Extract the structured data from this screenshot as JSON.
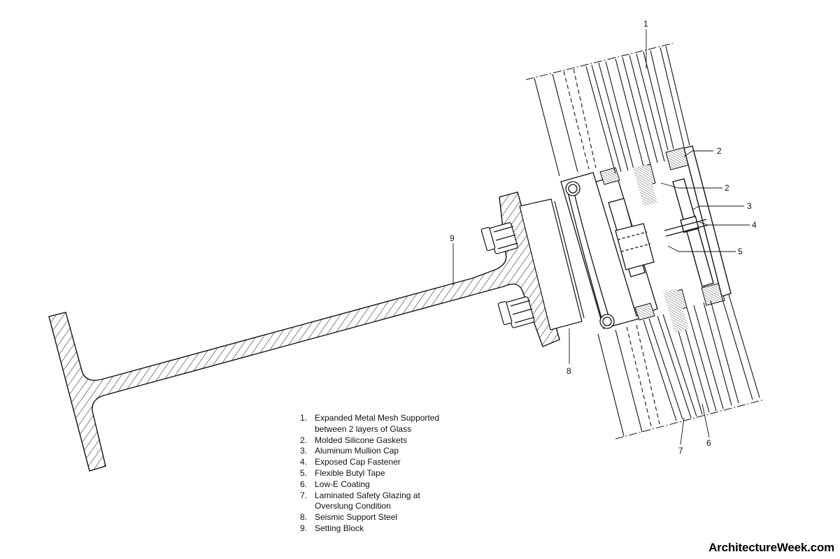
{
  "callouts": {
    "c1": "1",
    "c2a": "2",
    "c2b": "2",
    "c3": "3",
    "c4": "4",
    "c5": "5",
    "c6": "6",
    "c7": "7",
    "c8": "8",
    "c9": "9"
  },
  "legend": [
    {
      "num": "1.",
      "text": "Expanded Metal Mesh Supported\nbetween 2 layers of Glass"
    },
    {
      "num": "2.",
      "text": "Molded Silicone Gaskets"
    },
    {
      "num": "3.",
      "text": "Aluminum Mullion Cap"
    },
    {
      "num": "4.",
      "text": "Exposed Cap Fastener"
    },
    {
      "num": "5.",
      "text": "Flexible Butyl Tape"
    },
    {
      "num": "6.",
      "text": "Low-E Coating"
    },
    {
      "num": "7.",
      "text": "Laminated Safety Glazing at\nOverslung Condition"
    },
    {
      "num": "8.",
      "text": "Seismic Support Steel"
    },
    {
      "num": "9.",
      "text": "Setting Block"
    }
  ],
  "watermark": "ArchitectureWeek.com",
  "colors": {
    "line": "#111111",
    "background": "#ffffff"
  }
}
